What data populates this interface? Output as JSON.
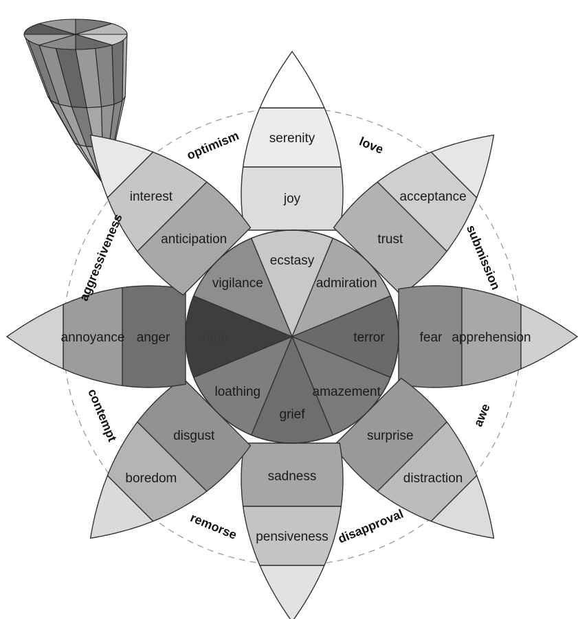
{
  "petals": [
    {
      "id": "joy-family",
      "mild": "serenity",
      "basic": "joy",
      "intense": "ecstasy",
      "colors": {
        "tip": "#ffffff",
        "mild": "#ececec",
        "basic": "#dcdcdc",
        "intense": "#c8c8c8"
      }
    },
    {
      "id": "trust-family",
      "mild": "acceptance",
      "basic": "trust",
      "intense": "admiration",
      "colors": {
        "tip": "#e6e6e6",
        "mild": "#cfcfcf",
        "basic": "#b2b2b2",
        "intense": "#a8a8a8"
      }
    },
    {
      "id": "fear-family",
      "mild": "apprehension",
      "basic": "fear",
      "intense": "terror",
      "colors": {
        "tip": "#d0d0d0",
        "mild": "#a8a8a8",
        "basic": "#8a8a8a",
        "intense": "#6a6a6a"
      }
    },
    {
      "id": "surprise-family",
      "mild": "distraction",
      "basic": "surprise",
      "intense": "amazement",
      "colors": {
        "tip": "#dcdcdc",
        "mild": "#bcbcbc",
        "basic": "#9a9a9a",
        "intense": "#7a7a7a"
      }
    },
    {
      "id": "sadness-family",
      "mild": "pensiveness",
      "basic": "sadness",
      "intense": "grief",
      "colors": {
        "tip": "#e2e2e2",
        "mild": "#c4c4c4",
        "basic": "#a6a6a6",
        "intense": "#6e6e6e"
      }
    },
    {
      "id": "disgust-family",
      "mild": "boredom",
      "basic": "disgust",
      "intense": "loathing",
      "colors": {
        "tip": "#dadada",
        "mild": "#b4b4b4",
        "basic": "#929292",
        "intense": "#7e7e7e"
      }
    },
    {
      "id": "anger-family",
      "mild": "annoyance",
      "basic": "anger",
      "intense": "rage",
      "colors": {
        "tip": "#d2d2d2",
        "mild": "#9c9c9c",
        "basic": "#707070",
        "intense": "#3e3e3e"
      }
    },
    {
      "id": "anticipation-family",
      "mild": "interest",
      "basic": "anticipation",
      "intense": "vigilance",
      "colors": {
        "tip": "#e8e8e8",
        "mild": "#c6c6c6",
        "basic": "#a8a8a8",
        "intense": "#8e8e8e"
      }
    }
  ],
  "dyads": [
    "love",
    "submission",
    "awe",
    "disapproval",
    "remorse",
    "contempt",
    "aggressiveness",
    "optimism"
  ],
  "cone": {
    "colors": [
      "#cfcfcf",
      "#6a6a6a",
      "#8a8a8a",
      "#a4a4a4",
      "#5a5a5a",
      "#9a9a9a",
      "#7a7a7a",
      "#b8b8b8"
    ]
  }
}
